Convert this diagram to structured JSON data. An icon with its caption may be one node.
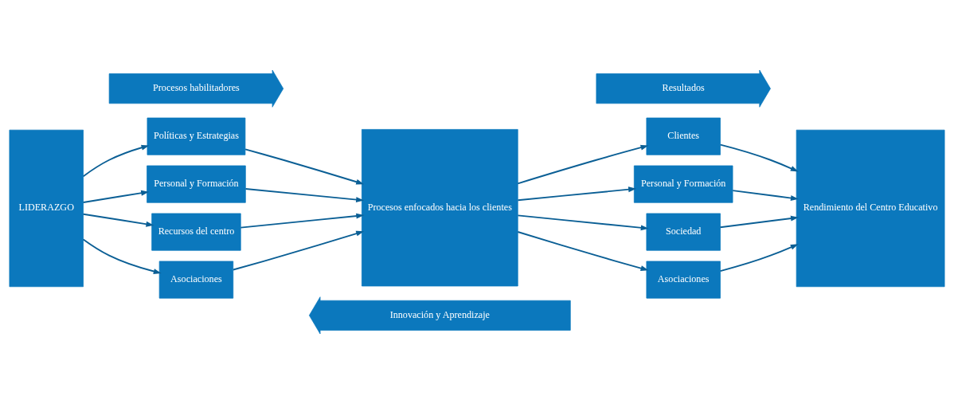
{
  "diagram": {
    "nodes": [
      {
        "text": [
          "Procesos habilitadores"
        ]
      },
      {
        "text": [
          "Resultados"
        ]
      },
      {
        "text": [
          "LIDERAZGO"
        ]
      },
      {
        "text": [
          "Políticas y Estrategias"
        ]
      },
      {
        "text": [
          "Personal y Formación"
        ]
      },
      {
        "text": [
          "Recursos del centro"
        ]
      },
      {
        "text": [
          "Asociaciones"
        ]
      },
      {
        "text": [
          "Procesos enfocados hacia los clientes"
        ]
      },
      {
        "text": [
          "Clientes"
        ]
      },
      {
        "text": [
          "Personal y Formación"
        ]
      },
      {
        "text": [
          "Sociedad"
        ]
      },
      {
        "text": [
          "Asociaciones"
        ]
      },
      {
        "text": [
          "Rendimiento del Centro Educativo"
        ]
      },
      {
        "text": [
          "Innovación y Aprendizaje"
        ]
      }
    ],
    "edges": [
      {
        "from": 2,
        "to": 3,
        "arrow": "to"
      },
      {
        "from": 2,
        "to": 4,
        "arrow": "to"
      },
      {
        "from": 2,
        "to": 5,
        "arrow": "to"
      },
      {
        "from": 2,
        "to": 6,
        "arrow": "to"
      },
      {
        "from": 3,
        "to": 7,
        "arrow": "to"
      },
      {
        "from": 4,
        "to": 7,
        "arrow": "to"
      },
      {
        "from": 5,
        "to": 7,
        "arrow": "to"
      },
      {
        "from": 6,
        "to": 7,
        "arrow": "to"
      },
      {
        "from": 7,
        "to": 8,
        "arrow": "to"
      },
      {
        "from": 7,
        "to": 9,
        "arrow": "to"
      },
      {
        "from": 7,
        "to": 10,
        "arrow": "to"
      },
      {
        "from": 7,
        "to": 11,
        "arrow": "to"
      },
      {
        "from": 8,
        "to": 12,
        "arrow": "to"
      },
      {
        "from": 9,
        "to": 12,
        "arrow": "to"
      },
      {
        "from": 10,
        "to": 12,
        "arrow": "to"
      },
      {
        "from": 11,
        "to": 12,
        "arrow": "to"
      }
    ]
  }
}
